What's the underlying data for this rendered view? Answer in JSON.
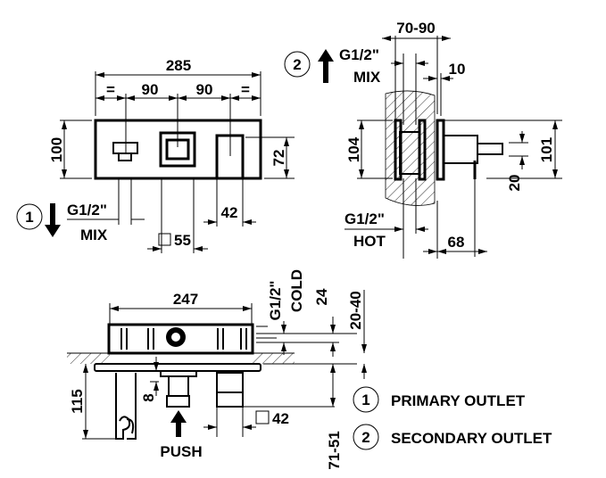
{
  "front_view": {
    "overall_width": "285",
    "equal_left": "=",
    "spacing_left": "90",
    "spacing_right": "90",
    "equal_right": "=",
    "height": "100",
    "button_height": "72",
    "outlet_label_number": "1",
    "outlet_thread": "G1/2\"",
    "outlet_type": "MIX",
    "button_width": "42",
    "square_size": "55"
  },
  "side_view": {
    "wall_depth": "70-90",
    "outlet_label_number": "2",
    "outlet_thread": "G1/2\"",
    "outlet_type": "MIX",
    "flange_offset": "10",
    "height": "104",
    "plate_height": "101",
    "offset": "20",
    "inlet_thread": "G1/2\"",
    "inlet_type": "HOT",
    "projection": "68"
  },
  "bottom_view": {
    "width": "247",
    "inlet_thread": "G1/2\"",
    "inlet_type": "COLD",
    "dim_24": "24",
    "dim_range": "20-40",
    "depth": "115",
    "push_gap": "8",
    "push_label": "PUSH",
    "square_size": "42",
    "protrusion": "71-51"
  },
  "legend": [
    {
      "number": "1",
      "label": "PRIMARY OUTLET"
    },
    {
      "number": "2",
      "label": "SECONDARY OUTLET"
    }
  ]
}
